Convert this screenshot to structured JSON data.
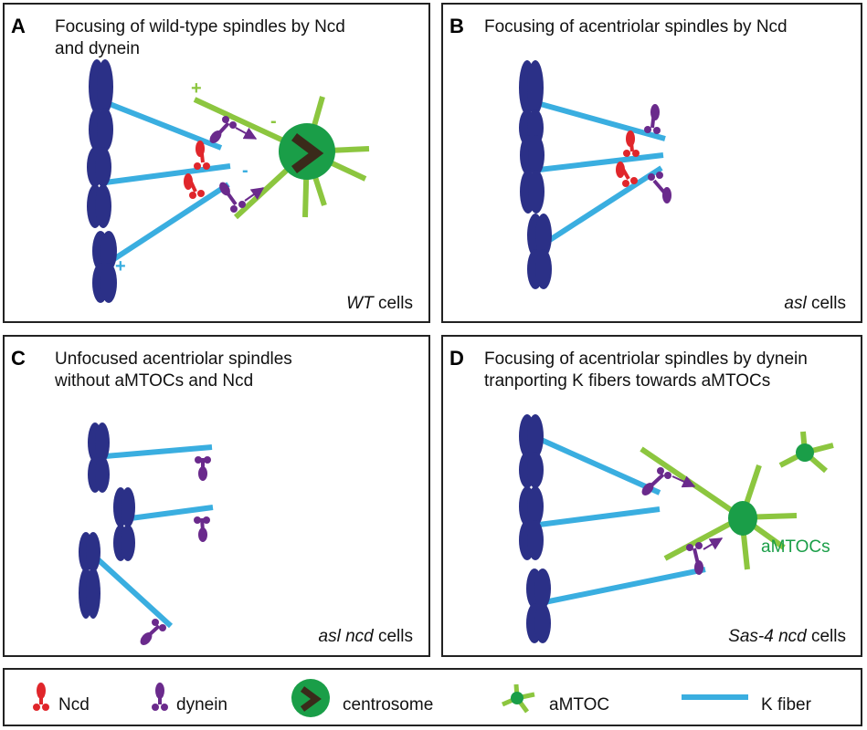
{
  "colors": {
    "chromosome": "#2b3087",
    "kfiber": "#3aaee0",
    "ncd": "#e0262b",
    "dynein": "#6a2a8c",
    "centrosome": "#1a9e48",
    "amtoc_green": "#1a9e48",
    "mt_green": "#8cc63f",
    "border": "#222222"
  },
  "panels": [
    {
      "letter": "A",
      "title_lines": [
        "Focusing of wild-type spindles by Ncd",
        "and dynein"
      ],
      "condition_italic": "WT",
      "condition_rest": " cells"
    },
    {
      "letter": "B",
      "title_lines": [
        "Focusing of acentriolar spindles by Ncd"
      ],
      "condition_italic": "asl",
      "condition_rest": " cells"
    },
    {
      "letter": "C",
      "title_lines": [
        "Unfocused acentriolar spindles",
        "without aMTOCs and Ncd"
      ],
      "condition_italic": "asl ncd",
      "condition_rest": " cells"
    },
    {
      "letter": "D",
      "title_lines": [
        "Focusing of acentriolar spindles by dynein",
        "tranporting K fibers towards aMTOCs"
      ],
      "condition_italic": "Sas-4 ncd",
      "condition_rest": " cells"
    }
  ],
  "signs": {
    "plus": "+",
    "minus": "-"
  },
  "amtoc_label": "aMTOCs",
  "legend": [
    {
      "icon": "ncd-icon",
      "label": "Ncd"
    },
    {
      "icon": "dynein-icon",
      "label": "dynein"
    },
    {
      "icon": "centrosome-icon",
      "label": "centrosome"
    },
    {
      "icon": "amtoc-icon",
      "label": "aMTOC"
    },
    {
      "icon": "kfiber-icon",
      "label": "K fiber"
    }
  ]
}
